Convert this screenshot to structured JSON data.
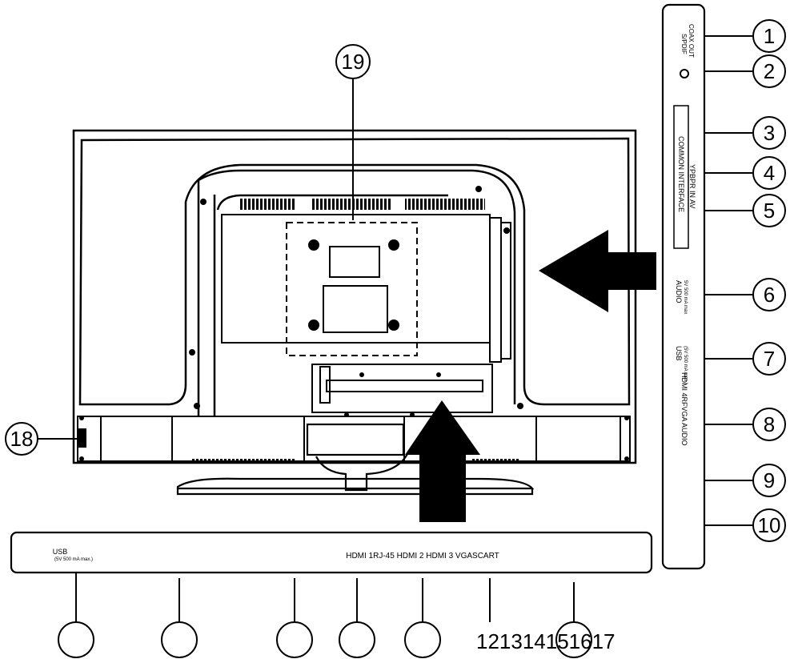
{
  "side_panel": {
    "spdif": "S/PDIF",
    "coax_out": "COAX OUT",
    "common_interface": "COMMON INTERFACE",
    "ypbpr_in_av": "YPBPR  IN  AV",
    "port6_line1": "AUDIO",
    "port6_line2": "5V 500 mA max",
    "port7_line1": "USB",
    "port7_line2": "(5V 500 mA max.)",
    "hdmi_rf_vga": "HDMI 4RFVGA AUDIO"
  },
  "bottom_panel": {
    "usb": "USB",
    "usb_sub": "(5V 500 mA max.)",
    "ports_text": "HDMI 1RJ-45 HDMI 2 HDMI 3 VGASCART"
  },
  "callouts": {
    "right": [
      "1",
      "2",
      "3",
      "4",
      "5",
      "6",
      "7",
      "8",
      "9",
      "10"
    ],
    "top": "19",
    "left": "18",
    "bottom_text": "121314151617"
  },
  "colors": {
    "stroke": "#000000",
    "background": "#ffffff"
  }
}
